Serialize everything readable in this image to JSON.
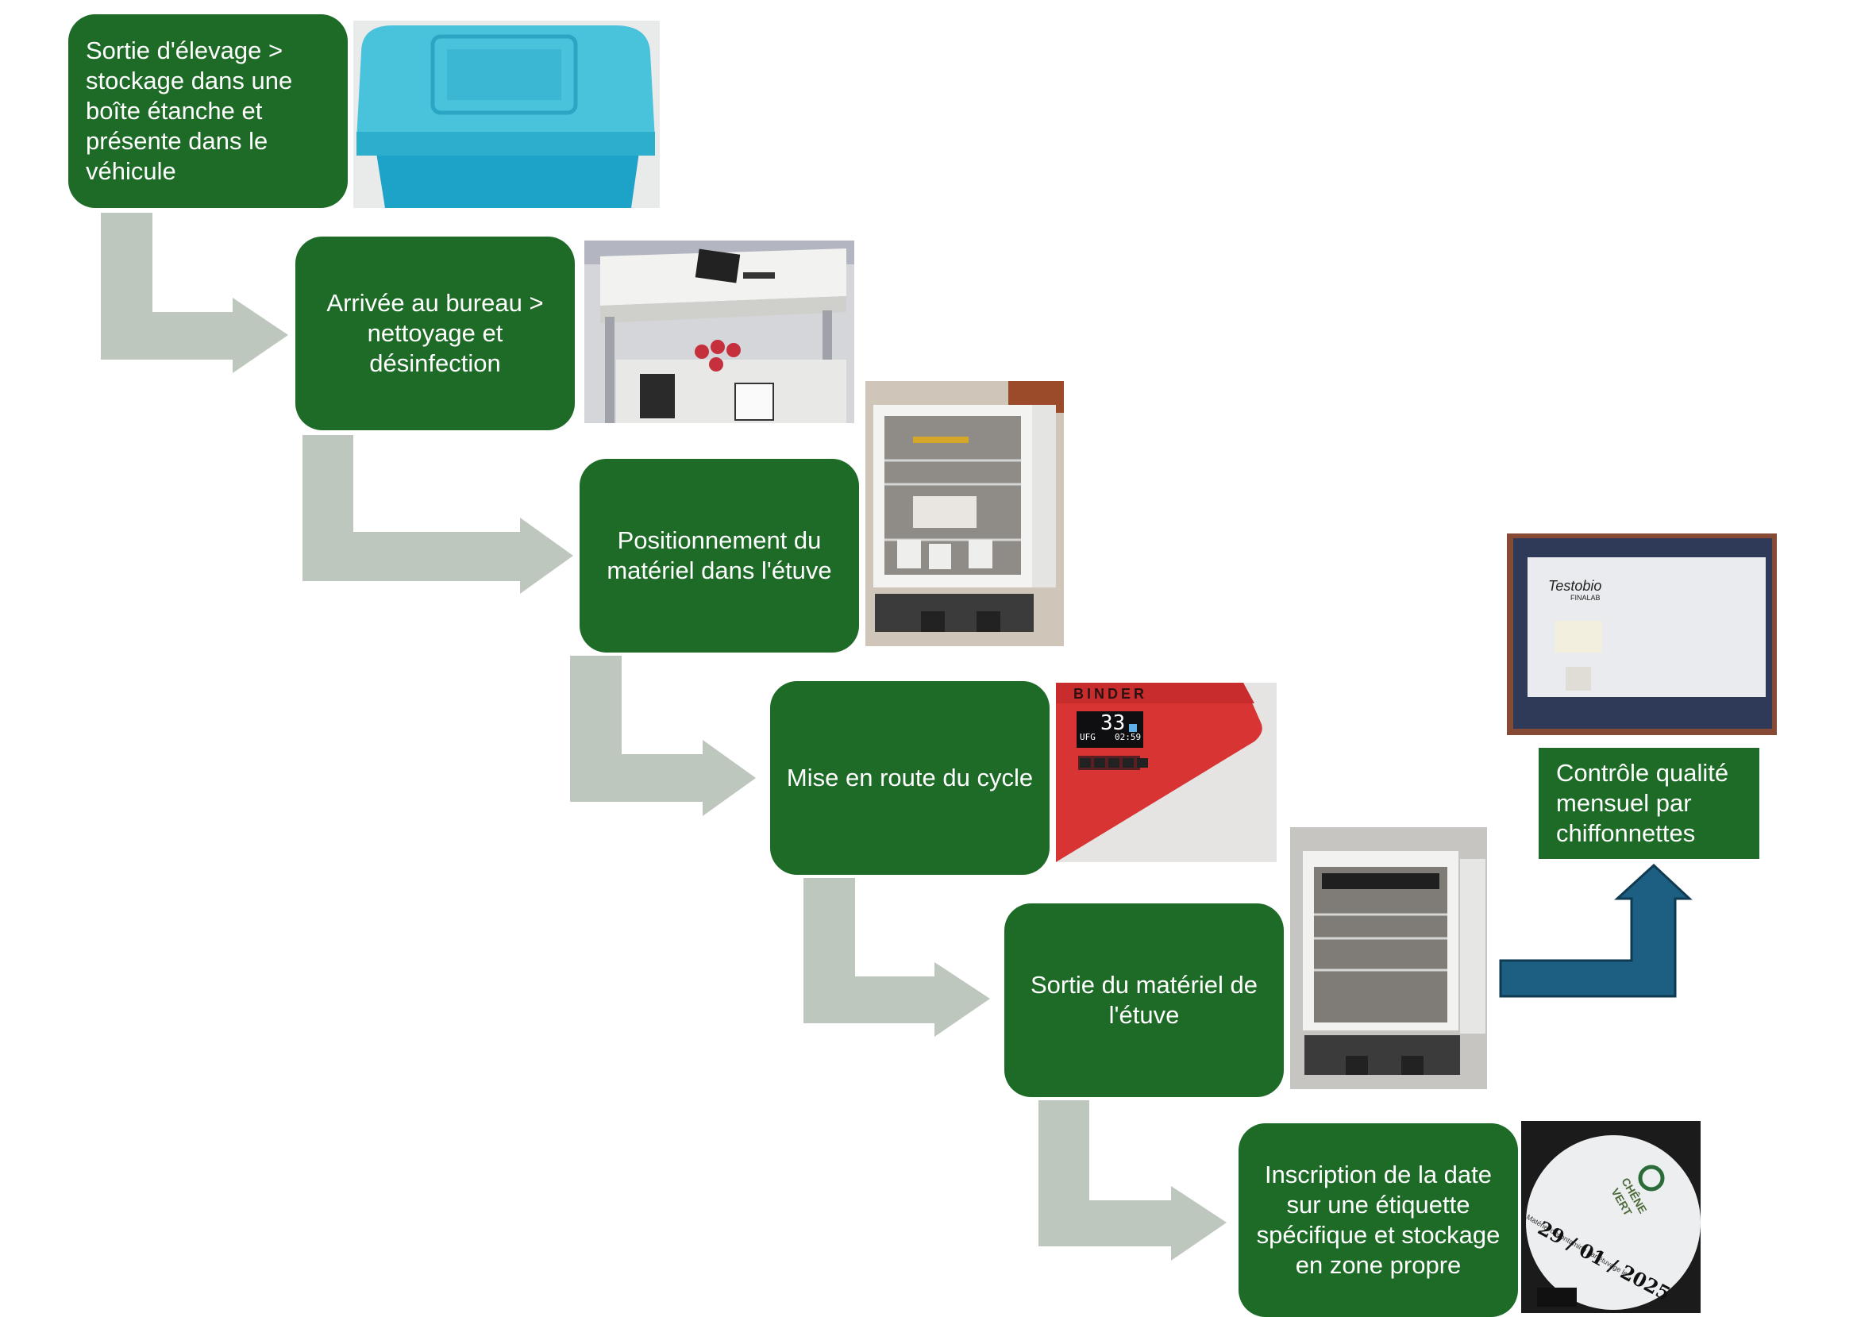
{
  "steps": [
    {
      "label": "Sortie d'élevage > stockage dans une boîte étanche et présente dans le véhicule"
    },
    {
      "label": "Arrivée au bureau > nettoyage et désinfection"
    },
    {
      "label": "Positionnement du matériel dans l'étuve"
    },
    {
      "label": "Mise en route du cycle"
    },
    {
      "label": "Sortie du matériel de l'étuve"
    },
    {
      "label": "Inscription de la date sur une étiquette spécifique et stockage en zone propre"
    }
  ],
  "quality_check": {
    "label": "Contrôle qualité mensuel par chiffonnettes"
  },
  "photos": {
    "oven_display": {
      "brand": "BINDER",
      "temperature": "33",
      "mode": "UFG",
      "time": "02:59"
    },
    "wipe_pack": {
      "brand": "Testobio",
      "sub": "FINALAB"
    },
    "label_sticker": {
      "brand_line1": "CHÊNE",
      "brand_line2": "VERT",
      "caption": "Matériel décontaminé par étuvage le :",
      "date": "29 / 01 / 2025"
    }
  },
  "colors": {
    "step_green": "#1e6b28",
    "flow_arrow": "#bec7bd",
    "qc_arrow": "#1d5f82"
  }
}
